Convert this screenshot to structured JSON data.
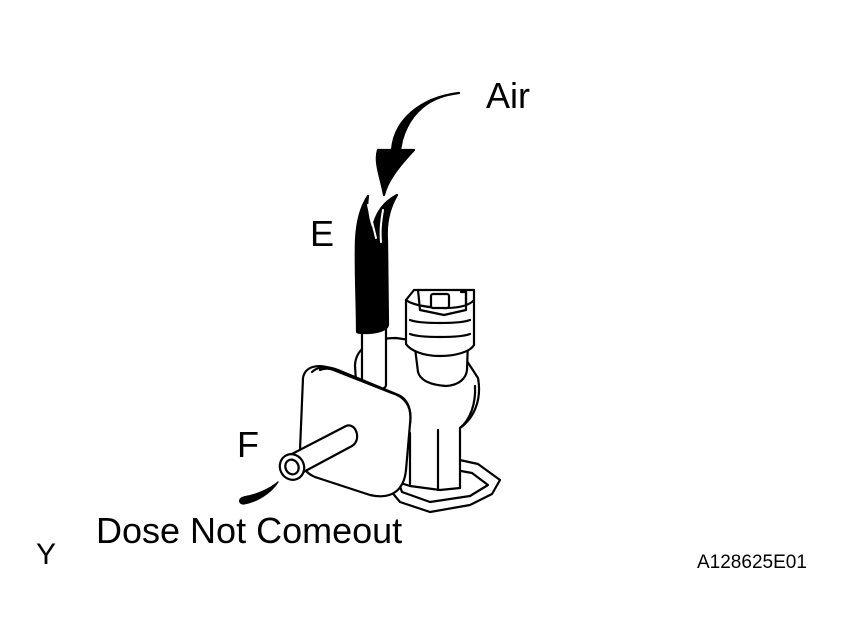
{
  "labels": {
    "air": "Air",
    "port_e": "E",
    "port_f": "F",
    "note": "Dose Not Comeout",
    "corner": "Y",
    "figure_code": "A128625E01"
  },
  "colors": {
    "line": "#000000",
    "fill": "#ffffff"
  },
  "icons": {
    "air_arrow": "curved-arrow-down-icon",
    "no_flow": "drop-icon"
  }
}
